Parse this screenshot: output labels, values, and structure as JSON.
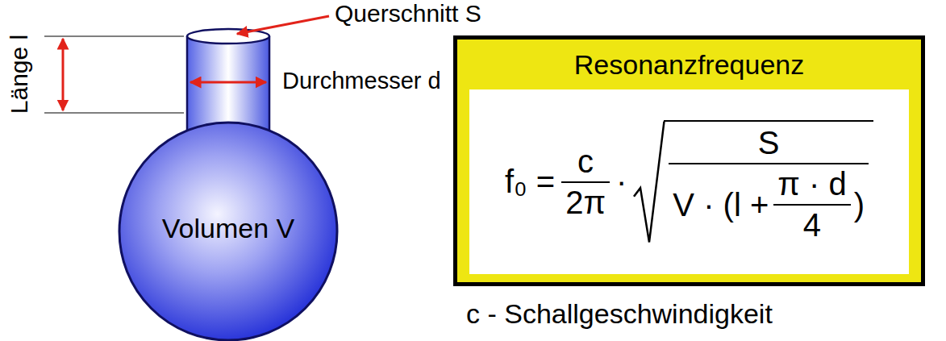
{
  "diagram": {
    "nodes": [
      {
        "text": [
          "Volumen V"
        ]
      },
      {
        "text": [
          "Resonanzfrequenz"
        ]
      },
      {
        "text": [
          "f₀ =",
          "c",
          "2π",
          "·",
          "S",
          "V · (l +",
          "π · d",
          "4",
          ")"
        ],
        "in": 1
      }
    ],
    "labels": [
      "Länge l",
      "Querschnitt S",
      "Durchmesser d",
      "c - Schallgeschwindigkeit"
    ]
  }
}
